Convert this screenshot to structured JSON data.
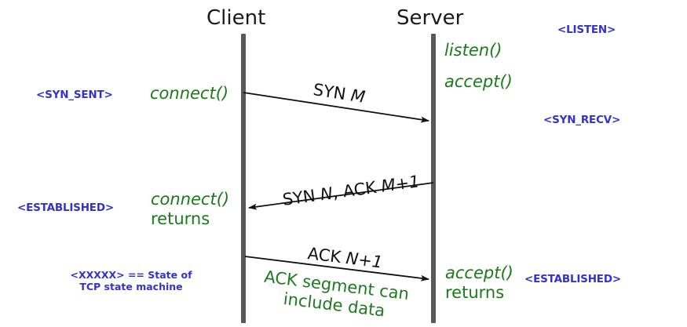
{
  "diagram": {
    "title_client": "Client",
    "title_server": "Server",
    "colors": {
      "state_blue": "#3333cc",
      "api_green": "#1a7a1a",
      "arrow_black": "#111111",
      "lifeline_gray": "#595959",
      "background": "#ffffff"
    }
  },
  "participants": [
    {
      "name": "Client",
      "label": "Client"
    },
    {
      "name": "Server",
      "label": "Server"
    }
  ],
  "states": {
    "client": [
      {
        "label": "<SYN_SENT>"
      },
      {
        "label": "<ESTABLISHED>"
      }
    ],
    "server": [
      {
        "label": "<LISTEN>"
      },
      {
        "label": "<SYN_RECV>"
      },
      {
        "label": "<ESTABLISHED>"
      }
    ]
  },
  "api_calls": {
    "client_connect": "connect()",
    "client_connect_returns_call": "connect()",
    "client_connect_returns_word": "returns",
    "server_listen": "listen()",
    "server_accept": "accept()",
    "server_accept_returns_call": "accept()",
    "server_accept_returns_word": "returns"
  },
  "messages": [
    {
      "label": "SYN M",
      "label_plain": "SYN ",
      "label_var": "M",
      "direction": "client-to-server"
    },
    {
      "label": "SYN N, ACK M+1",
      "label_a": "SYN ",
      "label_b": "N",
      "label_c": ", ACK ",
      "label_d": "M+1",
      "direction": "server-to-client"
    },
    {
      "label": "ACK N+1",
      "label_plain": "ACK ",
      "label_var": "N+1",
      "direction": "client-to-server"
    }
  ],
  "annotations": {
    "ack_segment_note": "ACK segment can include data",
    "legend_line1": "<XXXXX> == State of",
    "legend_line2": "TCP state machine"
  }
}
